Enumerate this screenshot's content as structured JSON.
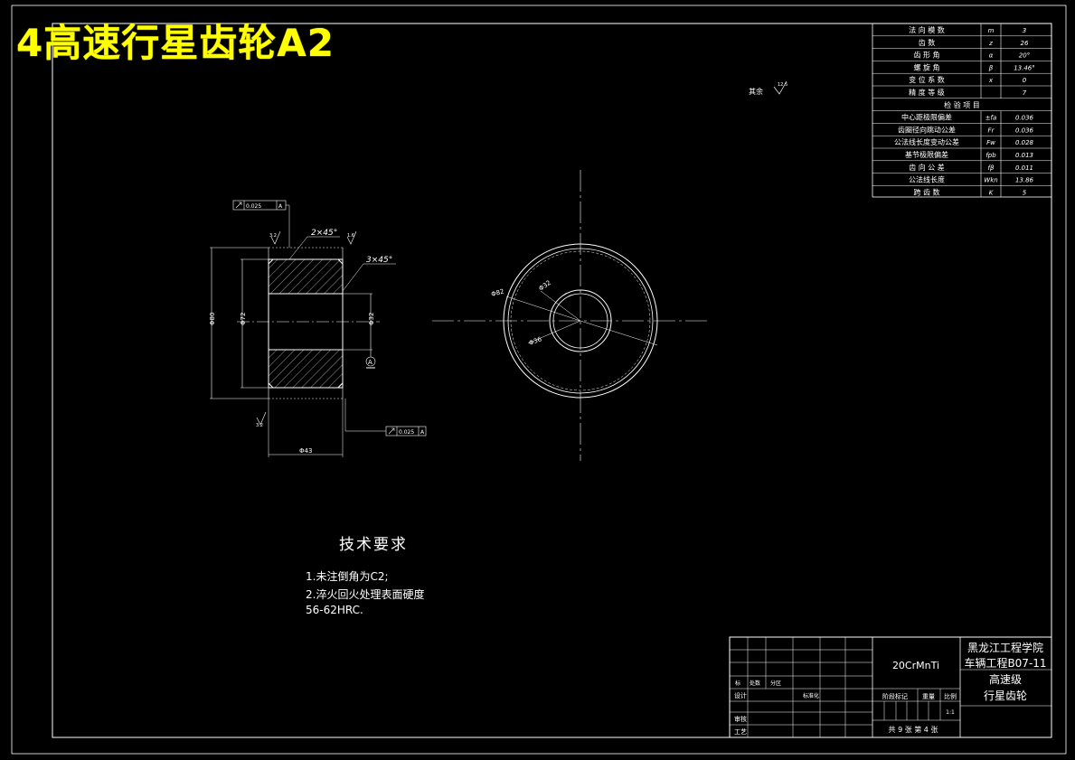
{
  "title": "4高速行星齿轮A2",
  "parameters": {
    "rows": [
      {
        "name": "法 向 模 数",
        "sym": "m",
        "val": "3"
      },
      {
        "name": "齿      数",
        "sym": "z",
        "val": "26"
      },
      {
        "name": "齿 形 角",
        "sym": "α",
        "val": "20°"
      },
      {
        "name": "螺 旋 角",
        "sym": "β",
        "val": "13.46°"
      },
      {
        "name": "变 位 系 数",
        "sym": "x",
        "val": "0"
      },
      {
        "name": "精 度 等 级",
        "sym": "",
        "val": "7"
      }
    ],
    "inspection_header": "检 验 项 目",
    "inspection_rows": [
      {
        "name": "中心距极限偏差",
        "sym": "±fa",
        "val": "0.036"
      },
      {
        "name": "齿圈径向跳动公差",
        "sym": "Fr",
        "val": "0.036"
      },
      {
        "name": "公法线长度变动公差",
        "sym": "Fw",
        "val": "0.028"
      },
      {
        "name": "基节极限偏差",
        "sym": "fpb",
        "val": "0.013"
      },
      {
        "name": "齿 向 公 差",
        "sym": "fβ",
        "val": "0.011"
      },
      {
        "name": "公法线长度",
        "sym": "Wkn",
        "val": "13.86"
      },
      {
        "name": "跨 齿 数",
        "sym": "K",
        "val": "5"
      }
    ]
  },
  "roughness_note": {
    "label": "其余",
    "value": "12.5"
  },
  "section_view": {
    "dim_d80": "Φ80",
    "dim_d72": "Φ72",
    "dim_d32": "Φ32",
    "dim_w43": "Φ43",
    "chamfer_top": "2×45°",
    "chamfer_side": "3×45°",
    "tol_top": "0.025",
    "tol_bottom": "0.025",
    "datum": "A",
    "rough_a": "3.2",
    "rough_b": "1.6",
    "rough_c": "3.2",
    "datum_symbol": "A"
  },
  "end_view": {
    "dim_a": "Φ82",
    "dim_b": "Φ32",
    "dim_c": "Φ36"
  },
  "tech_req": {
    "heading": "技术要求",
    "lines": [
      "1.未注倒角为C2;",
      "2.淬火回火处理表面硬度",
      "56-62HRC."
    ]
  },
  "title_block": {
    "material": "20CrMnTi",
    "school": "黑龙江工程学院",
    "class_code": "车辆工程B07-11",
    "part_name_1": "高速级",
    "part_name_2": "行星齿轮",
    "stage_mark": "阶段标记",
    "weight": "重量",
    "scale_label": "比例",
    "scale": "1:1",
    "sheets": "共 9 张  第 4 张",
    "designer": "设计",
    "standardize": "标准化",
    "check": "审核",
    "process": "工艺",
    "mark_row": [
      "标",
      "处数",
      "分区"
    ]
  }
}
